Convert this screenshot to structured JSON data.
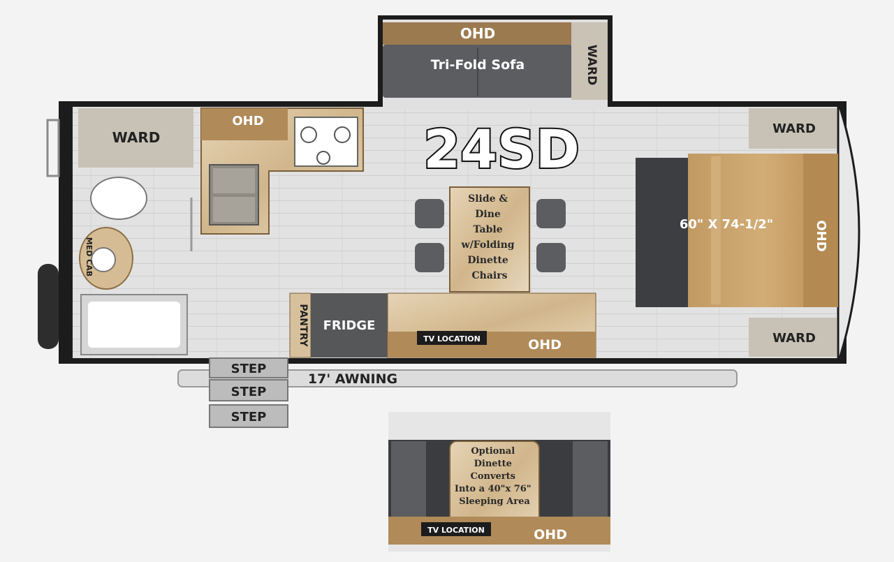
{
  "model": "24SD",
  "colors": {
    "wall": "#1a1a1a",
    "floor": "#e4e4e4",
    "wood_light": "#d9c4a2",
    "wood_dark": "#a9814f",
    "cabinet_gray": "#c9c4bb",
    "cushion_gray": "#5b5d60",
    "ward_gray": "#bdb8ae",
    "bed_tan": "#c9a26a",
    "dark_label_bg": "#2b2b2b"
  },
  "labels": {
    "ohd_top": "OHD",
    "sofa": "Tri-Fold Sofa",
    "ward_slide": "WARD",
    "ward_front_left": "WARD",
    "ohd_kitchen": "OHD",
    "ward_front_top": "WARD",
    "ward_front_bottom": "WARD",
    "bed_size": "60\" X 74-1/2\"",
    "ohd_bed": "OHD",
    "med_cab": "MED CAB",
    "table_text": [
      "Slide &",
      "Dine",
      "Table",
      "w/Folding",
      "Dinette",
      "Chairs"
    ],
    "pantry": "PANTRY",
    "fridge": "FRIDGE",
    "tv_location": "TV LOCATION",
    "ohd_counter": "OHD",
    "step_1": "STEP",
    "step_2": "STEP",
    "step_3": "STEP",
    "awning": "17' AWNING",
    "optional_text": [
      "Optional",
      "Dinette",
      "Converts",
      "Into a 40\"x 76\"",
      "Sleeping Area"
    ],
    "tv_location_opt": "TV LOCATION",
    "ohd_opt": "OHD"
  }
}
